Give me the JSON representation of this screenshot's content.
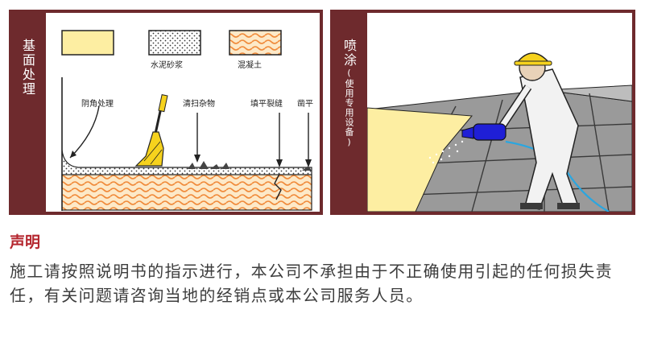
{
  "left_panel": {
    "title": "基面处理",
    "legend": {
      "sand_mortar": "水泥砂浆",
      "concrete": "混凝土"
    },
    "labels": {
      "corner": "阴角处理",
      "sweep": "清扫杂物",
      "fill_cracks": "填平裂缝",
      "chisel_flat": "凿平"
    }
  },
  "right_panel": {
    "title": "喷涂",
    "subtitle": "(使用专用设备)"
  },
  "notice": {
    "heading": "声明",
    "body": "施工请按照说明书的指示进行，本公司不承担由于不正确使用引起的任何损失责任，有关问题请咨询当地的经销点或本公司服务人员。"
  },
  "colors": {
    "panel_bg": "#6e2a2d",
    "heading": "#b5272f",
    "pad_yellow": "#fdeea2",
    "concrete_wave": "#f08a3a",
    "helmet": "#f6d21d",
    "sprayer": "#1f1fd6",
    "hose": "#2aa6e0",
    "floor_gray": "#9a9a9a"
  }
}
